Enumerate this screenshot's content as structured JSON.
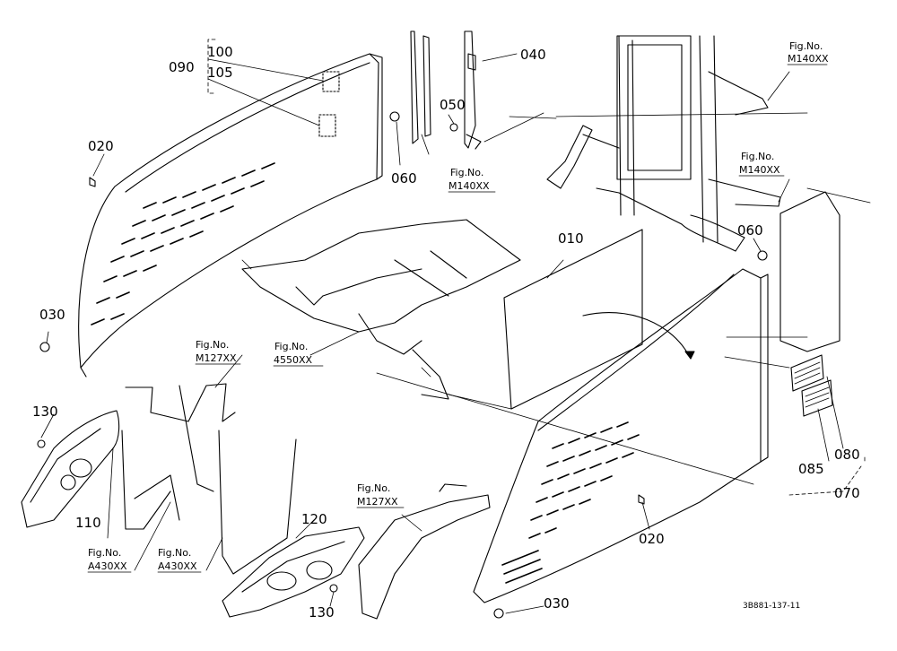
{
  "labels": {
    "p010": "010",
    "p020a": "020",
    "p020b": "020",
    "p030a": "030",
    "p030b": "030",
    "p040": "040",
    "p050": "050",
    "p060a": "060",
    "p060b": "060",
    "p070": "070",
    "p080": "080",
    "p085": "085",
    "p090": "090",
    "p100": "100",
    "p105": "105",
    "p110": "110",
    "p120": "120",
    "p130a": "130",
    "p130b": "130"
  },
  "figrefs": {
    "m140_top": {
      "line1": "Fig.No.",
      "line2": "M140XX"
    },
    "m140_mid": {
      "line1": "Fig.No.",
      "line2": "M140XX"
    },
    "m140_right": {
      "line1": "Fig.No.",
      "line2": "M140XX"
    },
    "f4550": {
      "line1": "Fig.No.",
      "line2": "4550XX"
    },
    "m127_left": {
      "line1": "Fig.No.",
      "line2": "M127XX"
    },
    "m127_bottom": {
      "line1": "Fig.No.",
      "line2": "M127XX"
    },
    "a430_a": {
      "line1": "Fig.No.",
      "line2": "A430XX"
    },
    "a430_b": {
      "line1": "Fig.No.",
      "line2": "A430XX"
    }
  },
  "drawing_code": "3B881-137-11"
}
